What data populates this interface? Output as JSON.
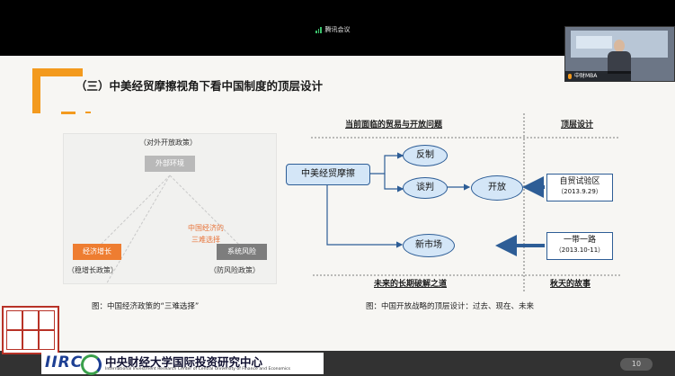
{
  "meeting": {
    "app_name": "腾讯会议"
  },
  "slide": {
    "title": "（三）中美经贸摩擦视角下看中国制度的顶层设计",
    "left_figure": {
      "top_label": "（对外开放政策）",
      "top_box": "外部环境",
      "center_line1": "中国经济的",
      "center_line2": "三难选择",
      "left_box": "经济增长",
      "right_box": "系统风险",
      "left_policy": "（稳增长政策）",
      "right_policy": "（防风险政策）",
      "caption": "图：中国经济政策的“三难选择”"
    },
    "right_figure": {
      "header_left": "当前面临的贸易与开放问题",
      "header_right": "顶层设计",
      "main_node": "中美经贸摩擦",
      "node_fanzhi": "反制",
      "node_tanpan": "谈判",
      "node_kaifang": "开放",
      "node_xinshichang": "新市场",
      "box1_title": "自贸试验区",
      "box1_date": "（2013.9.29）",
      "box2_title": "一带一路",
      "box2_date": "（2013.10-11）",
      "footer_left": "未来的长期破解之道",
      "footer_right": "秋天的故事",
      "caption": "图：中国开放战略的顶层设计：过去、现在、未来"
    }
  },
  "camera": {
    "label": "中财MBA"
  },
  "footer": {
    "logo_mark": "IIRC",
    "org_cn": "中央财经大学国际投资研究中心",
    "org_en": "International Investment Research Center of Central University of Finance and Economics",
    "page_number": "10"
  },
  "colors": {
    "accent": "#f39a1e",
    "node_fill": "#d4e6f7",
    "node_border": "#2d5d96",
    "arrow": "#2d5d96"
  }
}
